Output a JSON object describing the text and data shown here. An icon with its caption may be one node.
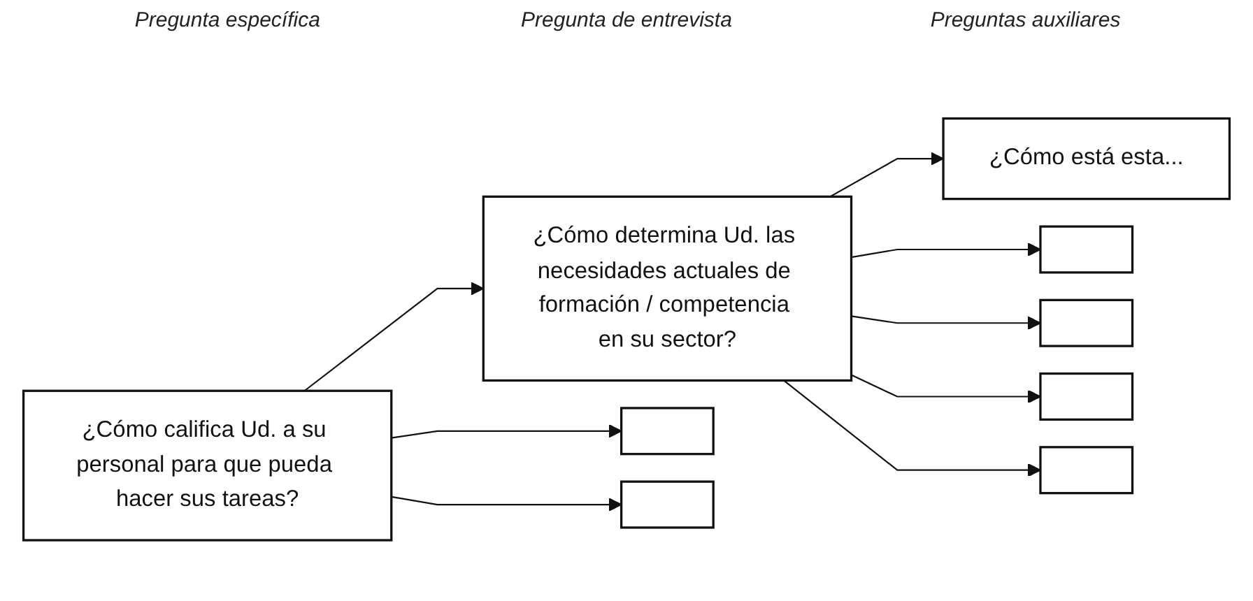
{
  "diagram": {
    "nodes": [
      {
        "text": [
          "¿Cómo califica Ud. a su personal para que pueda hacer sus tareas?"
        ]
      },
      {
        "text": [
          "¿Cómo determina Ud. las necesidades actuales de formación / competencia en su sector?"
        ]
      },
      {
        "text": [],
        "shape": "box"
      },
      {
        "text": [],
        "shape": "box"
      },
      {
        "text": [
          "¿Cómo está esta..."
        ]
      },
      {
        "text": [],
        "shape": "box"
      },
      {
        "text": [],
        "shape": "box"
      },
      {
        "text": [],
        "shape": "box"
      },
      {
        "text": [],
        "shape": "box"
      }
    ],
    "edges": [
      {
        "from": 0,
        "to": 1,
        "arrow": "to"
      },
      {
        "from": 0,
        "to": 2,
        "arrow": "to"
      },
      {
        "from": 0,
        "to": 3,
        "arrow": "to"
      },
      {
        "from": 1,
        "to": 4,
        "arrow": "to"
      },
      {
        "from": 1,
        "to": 5,
        "arrow": "to"
      },
      {
        "from": 1,
        "to": 6,
        "arrow": "to"
      },
      {
        "from": 1,
        "to": 7,
        "arrow": "to"
      },
      {
        "from": 1,
        "to": 8,
        "arrow": "to"
      }
    ],
    "labels": [
      "Pregunta específica",
      "Pregunta de entrevista",
      "Preguntas auxiliares"
    ]
  }
}
